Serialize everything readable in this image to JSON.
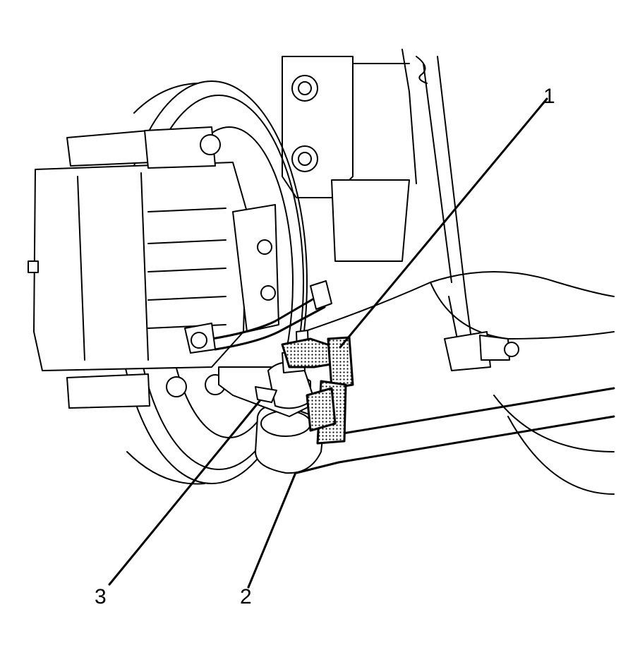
{
  "callouts": [
    {
      "id": "1",
      "label": "1"
    },
    {
      "id": "2",
      "label": "2"
    },
    {
      "id": "3",
      "label": "3"
    }
  ],
  "colors": {
    "line": "#000000",
    "background": "#ffffff",
    "highlight_dots": "#000000"
  }
}
